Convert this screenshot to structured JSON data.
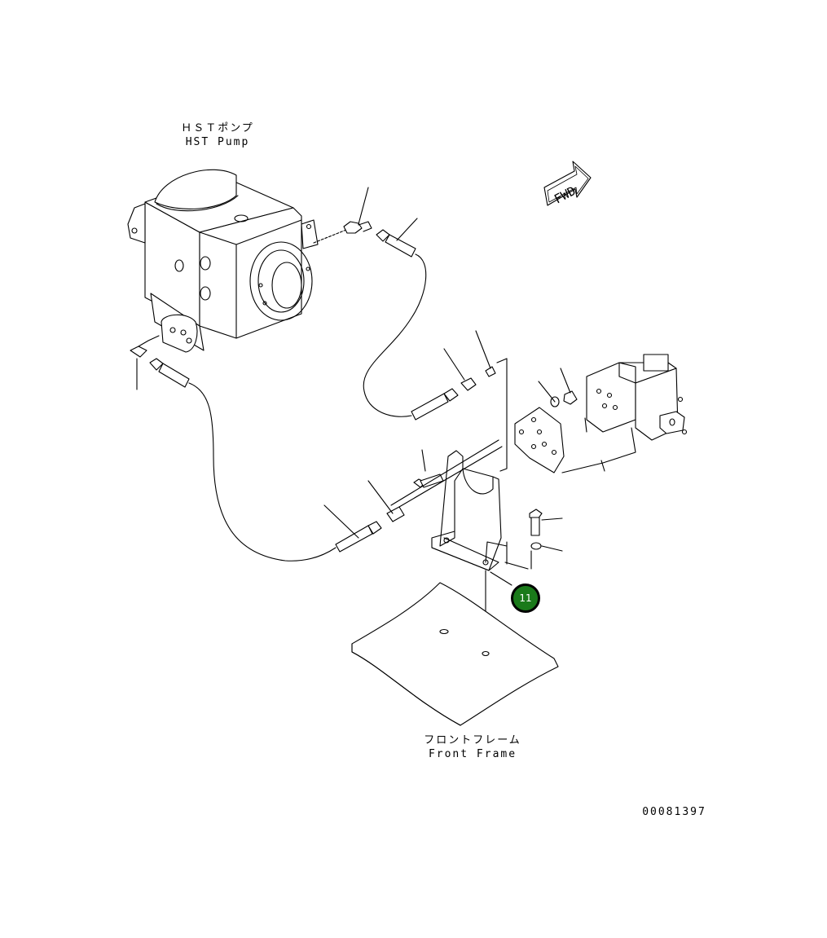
{
  "labels": {
    "pump_jp": "ＨＳＴポンプ",
    "pump_en": "HST Pump",
    "frame_jp": "フロントフレーム",
    "frame_en": "Front Frame",
    "drawing_number": "00081397",
    "fwd": "FWD"
  },
  "callouts": [
    {
      "number": "11",
      "color": "#1a7a1a"
    }
  ],
  "colors": {
    "line": "#000000",
    "background": "#ffffff",
    "callout_fill": "#1a7a1a"
  }
}
